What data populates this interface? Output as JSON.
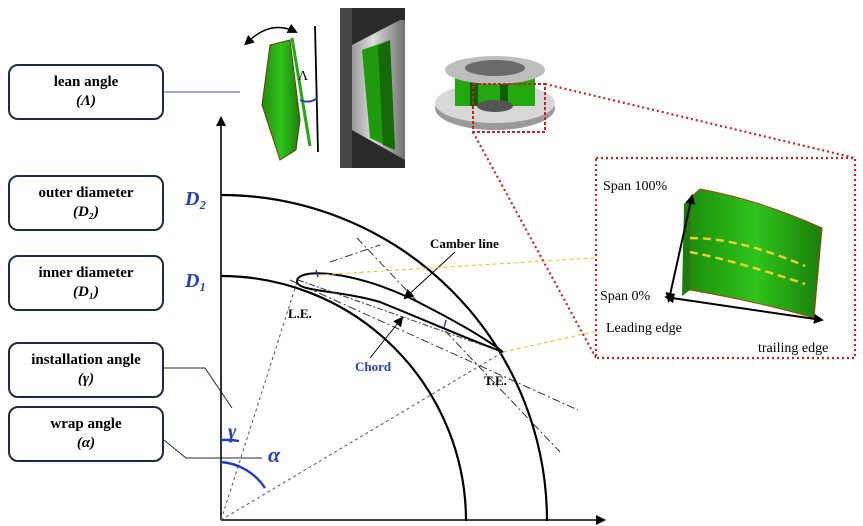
{
  "parameters": [
    {
      "key": "lean",
      "name": "lean angle",
      "symbol": "(Λ)"
    },
    {
      "key": "outer",
      "name": "outer diameter",
      "symbol": "(D₂)"
    },
    {
      "key": "inner",
      "name": "inner diameter",
      "symbol": "(D₁)"
    },
    {
      "key": "install",
      "name": "installation angle",
      "symbol": "(γ)"
    },
    {
      "key": "wrap",
      "name": "wrap angle",
      "symbol": "(α)"
    }
  ],
  "diagram": {
    "outer_diameter_label": "D₂",
    "inner_diameter_label": "D₁",
    "leading_edge_label": "L.E.",
    "trailing_edge_label": "T.E.",
    "camber_line_label": "Camber line",
    "chord_label": "Chord",
    "gamma_label": "γ",
    "alpha_label": "α",
    "lean_symbol": "Λ"
  },
  "blade_inset": {
    "span_top": "Span 100%",
    "span_bottom": "Span 0%",
    "leading_edge": "Leading edge",
    "trailing_edge": "trailing edge"
  },
  "colors": {
    "blade_green": "#22a80f",
    "accent_blue": "#1f3fbf",
    "box_border": "#1f2a44",
    "highlight_red": "#d21e1e",
    "dash_yellow": "#f2cf2a"
  }
}
